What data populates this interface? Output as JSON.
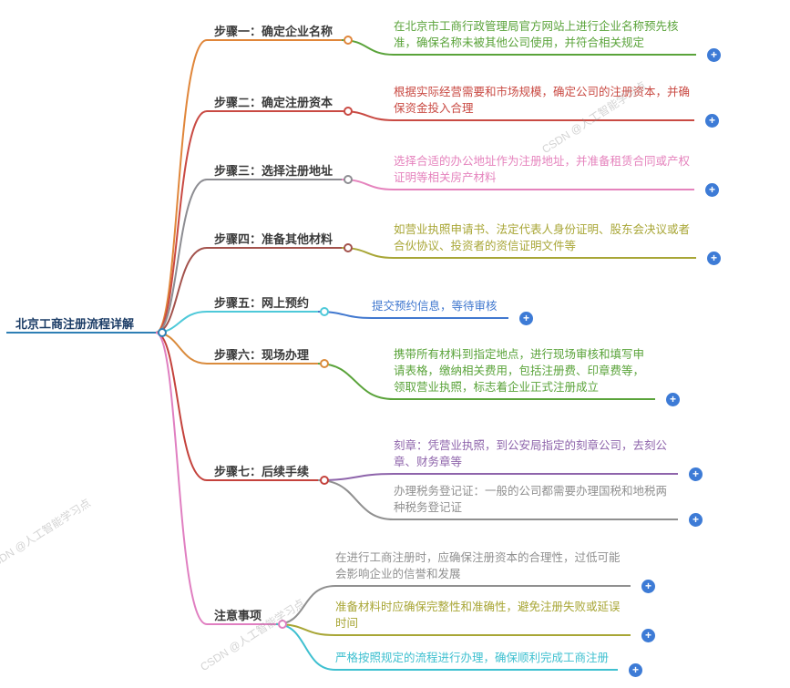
{
  "root": {
    "label": "北京工商注册流程详解",
    "text_color": "#1b3c66",
    "color": "#2e7fb5"
  },
  "ui": {
    "plus_label": "+",
    "plus_color": "#3d7bd6",
    "background": "#ffffff"
  },
  "watermark": {
    "text": "CSDN @人工智能学习点"
  },
  "branches": [
    {
      "label": "步骤一：确定企业名称",
      "color": "#e0863a",
      "children": [
        {
          "text": "在北京市工商行政管理局官方网站上进行企业名称预先核准，确保名称未被其他公司使用，并符合相关规定",
          "color": "#5aa33a"
        }
      ]
    },
    {
      "label": "步骤二：确定注册资本",
      "color": "#c94a43",
      "children": [
        {
          "text": "根据实际经营需要和市场规模，确定公司的注册资本，并确保资金投入合理",
          "color": "#c94a43"
        }
      ]
    },
    {
      "label": "步骤三：选择注册地址",
      "color": "#8d8d92",
      "children": [
        {
          "text": "选择合适的办公地址作为注册地址，并准备租赁合同或产权证明等相关房产材料",
          "color": "#e583bd"
        }
      ]
    },
    {
      "label": "步骤四：准备其他材料",
      "color": "#a3524c",
      "children": [
        {
          "text": "如营业执照申请书、法定代表人身份证明、股东会决议或者合伙协议、投资者的资信证明文件等",
          "color": "#a8a636"
        }
      ]
    },
    {
      "label": "步骤五：网上预约",
      "color": "#4ec9d9",
      "children": [
        {
          "text": "提交预约信息，等待审核",
          "color": "#4178cf"
        }
      ]
    },
    {
      "label": "步骤六：现场办理",
      "color": "#da8b3c",
      "children": [
        {
          "text": "携带所有材料到指定地点，进行现场审核和填写申请表格，缴纳相关费用，包括注册费、印章费等，领取营业执照，标志着企业正式注册成立",
          "color": "#5aa33a"
        }
      ]
    },
    {
      "label": "步骤七：后续手续",
      "color": "#c4423c",
      "children": [
        {
          "text": "刻章：凭营业执照，到公安局指定的刻章公司，去刻公章、财务章等",
          "color": "#8e64ab"
        },
        {
          "text": "办理税务登记证：一般的公司都需要办理国税和地税两种税务登记证",
          "color": "#909090"
        }
      ]
    },
    {
      "label": "注意事项",
      "color": "#e07fc1",
      "children": [
        {
          "text": "在进行工商注册时，应确保注册资本的合理性，过低可能会影响企业的信誉和发展",
          "color": "#909090"
        },
        {
          "text": "准备材料时应确保完整性和准确性，避免注册失败或延误时间",
          "color": "#a8a636"
        },
        {
          "text": "严格按照规定的流程进行办理，确保顺利完成工商注册",
          "color": "#3fc0d0"
        }
      ]
    }
  ]
}
